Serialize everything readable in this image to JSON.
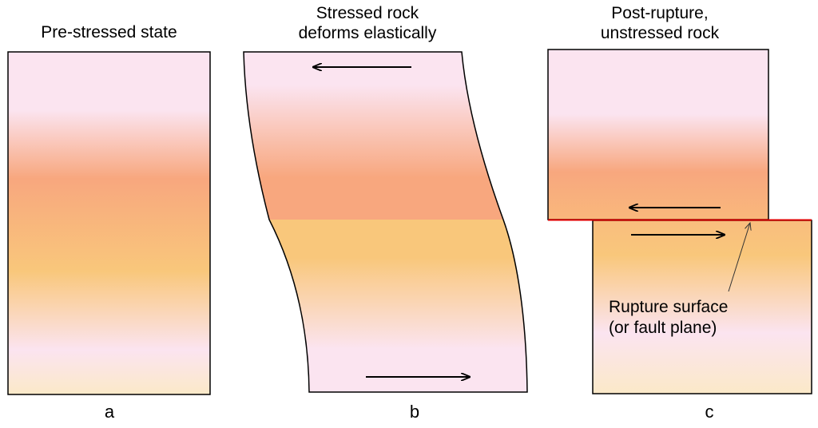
{
  "panels": {
    "a": {
      "title": "Pre-stressed state",
      "letter": "a"
    },
    "b": {
      "title_line1": "Stressed rock",
      "title_line2": "deforms elastically",
      "letter": "b"
    },
    "c": {
      "title_line1": "Post-rupture,",
      "title_line2": "unstressed rock",
      "letter": "c",
      "annotation_line1": "Rupture surface",
      "annotation_line2": "(or fault plane)"
    }
  },
  "colors": {
    "pink": "#fbe4f0",
    "salmon": "#f8a77e",
    "orange": "#f9c77b",
    "cream": "#fbe9c8",
    "rupture": "#e00000",
    "outline": "#000000"
  }
}
